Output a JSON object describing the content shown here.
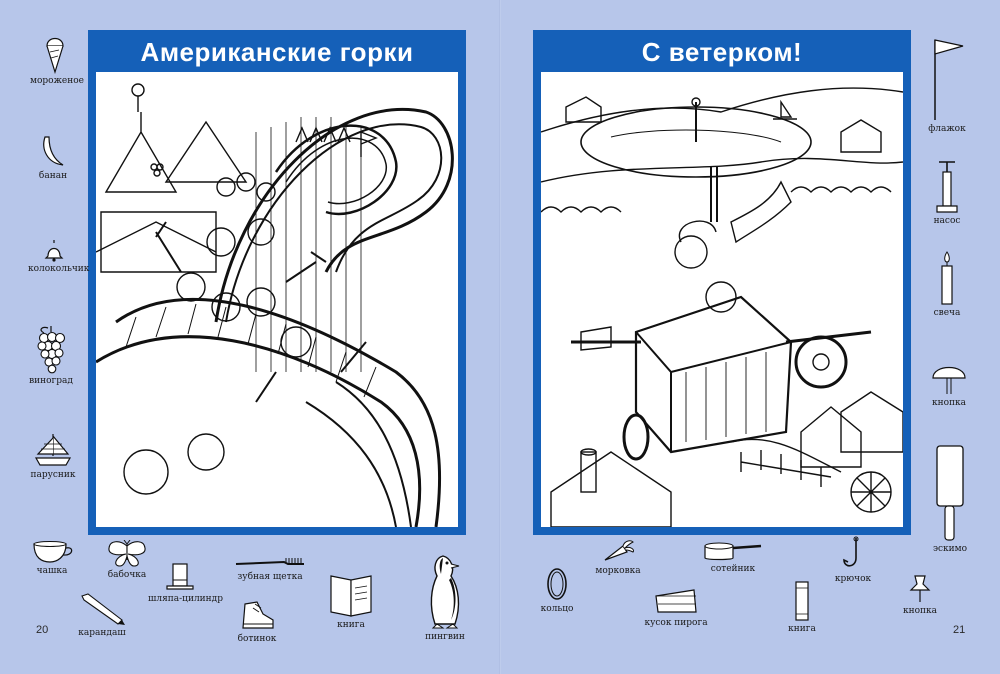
{
  "left_page": {
    "title": "Американские горки",
    "page_number": "20",
    "items": [
      {
        "label": "мороженое",
        "icon": "ice-cream-cone-icon"
      },
      {
        "label": "банан",
        "icon": "banana-icon"
      },
      {
        "label": "колокольчик",
        "icon": "bell-icon"
      },
      {
        "label": "виноград",
        "icon": "grapes-icon"
      },
      {
        "label": "парусник",
        "icon": "sailboat-icon"
      },
      {
        "label": "чашка",
        "icon": "cup-icon"
      },
      {
        "label": "бабочка",
        "icon": "butterfly-icon"
      },
      {
        "label": "шляпа-цилиндр",
        "icon": "top-hat-icon"
      },
      {
        "label": "зубная щетка",
        "icon": "toothbrush-icon"
      },
      {
        "label": "карандаш",
        "icon": "pencil-icon"
      },
      {
        "label": "ботинок",
        "icon": "shoe-icon"
      },
      {
        "label": "книга",
        "icon": "open-book-icon"
      },
      {
        "label": "пингвин",
        "icon": "penguin-icon"
      }
    ]
  },
  "right_page": {
    "title": "С ветерком!",
    "page_number": "21",
    "items": [
      {
        "label": "флажок",
        "icon": "flag-icon"
      },
      {
        "label": "насос",
        "icon": "pump-icon"
      },
      {
        "label": "свеча",
        "icon": "candle-icon"
      },
      {
        "label": "кнопка",
        "icon": "mushroom-pushpin-icon"
      },
      {
        "label": "эскимо",
        "icon": "popsicle-icon"
      },
      {
        "label": "кольцо",
        "icon": "ring-icon"
      },
      {
        "label": "морковка",
        "icon": "carrot-icon"
      },
      {
        "label": "сотейник",
        "icon": "saucepan-icon"
      },
      {
        "label": "крючок",
        "icon": "hook-icon"
      },
      {
        "label": "кусок пирога",
        "icon": "pie-slice-icon"
      },
      {
        "label": "книга",
        "icon": "book-icon"
      },
      {
        "label": "кнопка",
        "icon": "thumbtack-icon"
      }
    ]
  },
  "colors": {
    "page_background": "#b7c6ea",
    "title_band": "#1560b8",
    "title_text": "#ffffff"
  }
}
